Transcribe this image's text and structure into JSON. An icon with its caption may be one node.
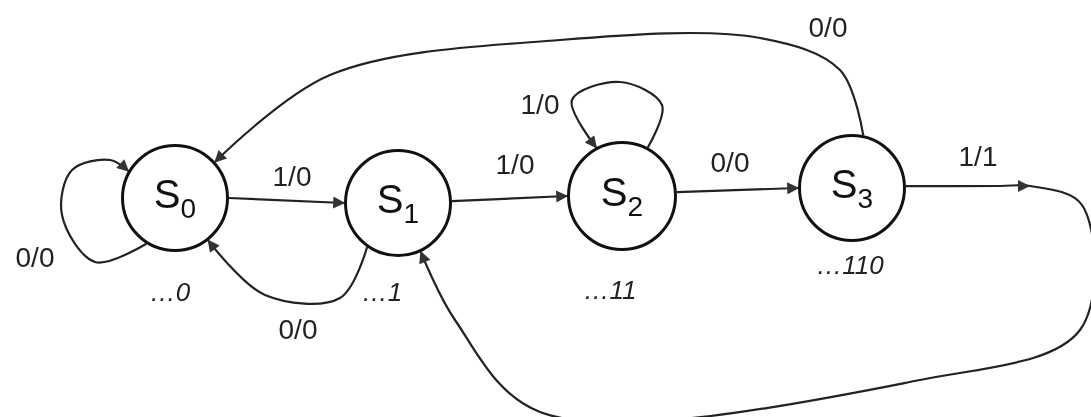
{
  "diagram": {
    "nodes": [
      {
        "text": [
          "S$_{0}$"
        ],
        "beside": [
          "…0"
        ]
      },
      {
        "text": [
          "S$_{1}$"
        ],
        "beside": [
          "…1"
        ]
      },
      {
        "text": [
          "S$_{2}$"
        ],
        "beside": [
          "…11"
        ]
      },
      {
        "text": [
          "S$_{3}$"
        ],
        "beside": [
          "…110"
        ]
      }
    ],
    "edges": [
      {
        "from": 0,
        "to": 0,
        "arrow": "to",
        "label": "0/0"
      },
      {
        "from": 0,
        "to": 1,
        "arrow": "to",
        "label": "1/0"
      },
      {
        "from": 1,
        "to": 0,
        "arrow": "to",
        "label": "0/0"
      },
      {
        "from": 1,
        "to": 2,
        "arrow": "to",
        "label": "1/0"
      },
      {
        "from": 2,
        "to": 2,
        "arrow": "to",
        "label": "1/0"
      },
      {
        "from": 2,
        "to": 3,
        "arrow": "to",
        "label": "0/0"
      },
      {
        "from": 3,
        "to": 0,
        "arrow": "to",
        "label": "0/0"
      },
      {
        "from": 3,
        "to": 1,
        "arrow": "to",
        "label": "1/1"
      }
    ]
  }
}
